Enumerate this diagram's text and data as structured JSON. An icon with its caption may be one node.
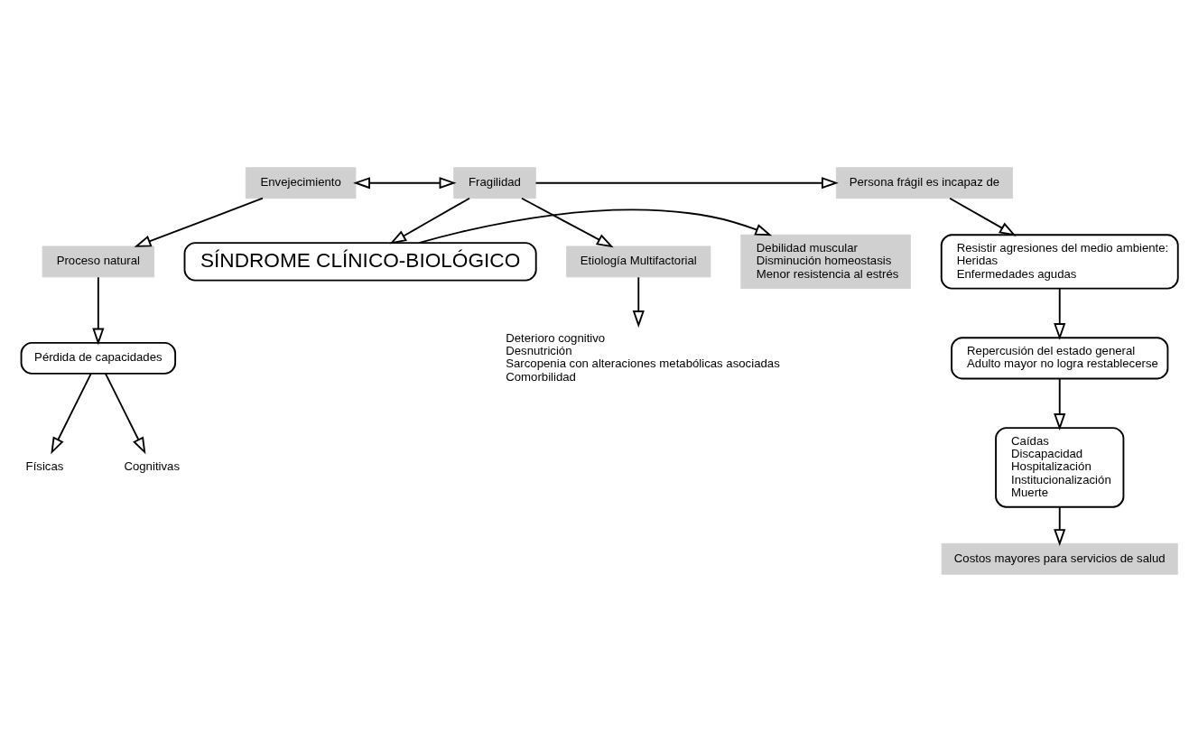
{
  "diagram": {
    "nodes": [
      {
        "text": [
          "SÍNDROME CLÍNICO-BIOLÓGICO"
        ]
      },
      {
        "text": [
          "Debilidad muscular",
          "Disminución homeostasis",
          "Menor resistencia al estrés"
        ]
      },
      {
        "text": [
          "Envejecimiento"
        ]
      },
      {
        "text": [
          "Fragilidad"
        ]
      },
      {
        "text": [
          "Persona frágil es incapaz de"
        ]
      },
      {
        "text": [
          "Proceso natural"
        ]
      },
      {
        "text": [
          "Etiología Multifactorial"
        ]
      },
      {
        "text": [
          "Resistir agresiones del medio ambiente:",
          "Heridas",
          "Enfermedades agudas"
        ]
      },
      {
        "text": [
          "Costos mayores para servicios de salud"
        ]
      },
      {
        "text": [
          "Pérdida de capacidades"
        ]
      },
      {
        "text": [
          "Deterioro cognitivo",
          "Desnutrición",
          "Sarcopenia con alteraciones metabólicas asociadas",
          "Comorbilidad"
        ]
      },
      {
        "text": [
          "Repercusión del estado general",
          "Adulto mayor no logra restablecerse"
        ]
      },
      {
        "text": [
          "Caídas",
          "Discapacidad",
          "Hospitalización",
          "Institucionalización",
          "Muerte"
        ]
      },
      {
        "text": [
          "Físicas"
        ]
      },
      {
        "text": [
          "Cognitivas"
        ]
      }
    ],
    "edges": [
      {
        "from": 0,
        "to": 1,
        "arrow": "to"
      },
      {
        "from": 3,
        "to": 0,
        "arrow": "to"
      },
      {
        "from": 2,
        "to": 3,
        "arrow": "both"
      },
      {
        "from": 3,
        "to": 4,
        "arrow": "to"
      },
      {
        "from": 2,
        "to": 5,
        "arrow": "to"
      },
      {
        "from": 3,
        "to": 6,
        "arrow": "to"
      },
      {
        "from": 4,
        "to": 7,
        "arrow": "to"
      },
      {
        "from": 5,
        "to": 9,
        "arrow": "to"
      },
      {
        "from": 6,
        "to": 10,
        "arrow": "to"
      },
      {
        "from": 7,
        "to": 11,
        "arrow": "to"
      },
      {
        "from": 11,
        "to": 12,
        "arrow": "to"
      },
      {
        "from": 12,
        "to": 8,
        "arrow": "to"
      },
      {
        "from": 9,
        "to": 13,
        "arrow": "to"
      },
      {
        "from": 9,
        "to": 14,
        "arrow": "to"
      }
    ]
  }
}
